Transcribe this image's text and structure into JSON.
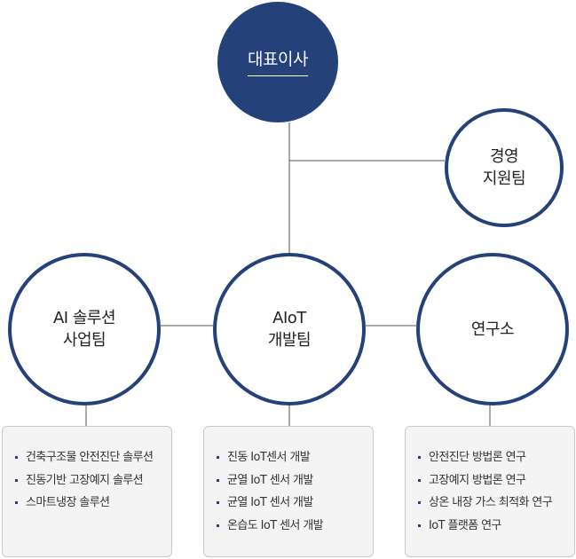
{
  "ceo": {
    "label": "대표이사"
  },
  "management": {
    "line1": "경영",
    "line2": "지원팀"
  },
  "teams": [
    {
      "line1": "AI 솔루션",
      "line2": "사업팀",
      "tasks": [
        "건축구조물 안전진단 솔루션",
        "진동기반 고장예지 솔루션",
        "스마트냉장 솔루션"
      ]
    },
    {
      "line1": "AIoT",
      "line2": "개발팀",
      "tasks": [
        "진동 IoT센서 개발",
        "균열 IoT 센서 개발",
        "균열 IoT 센서 개발",
        "온습도 IoT 센서 개발"
      ]
    },
    {
      "line1": "연구소",
      "line2": "",
      "tasks": [
        "안전진단 방법론 연구",
        "고장예지 방법론 연구",
        "상온 내장 가스 최적화 연구",
        "IoT 플랫폼 연구"
      ]
    }
  ],
  "colors": {
    "accent": "#25417a",
    "line": "#555555",
    "box_bg": "#f4f4f4"
  }
}
